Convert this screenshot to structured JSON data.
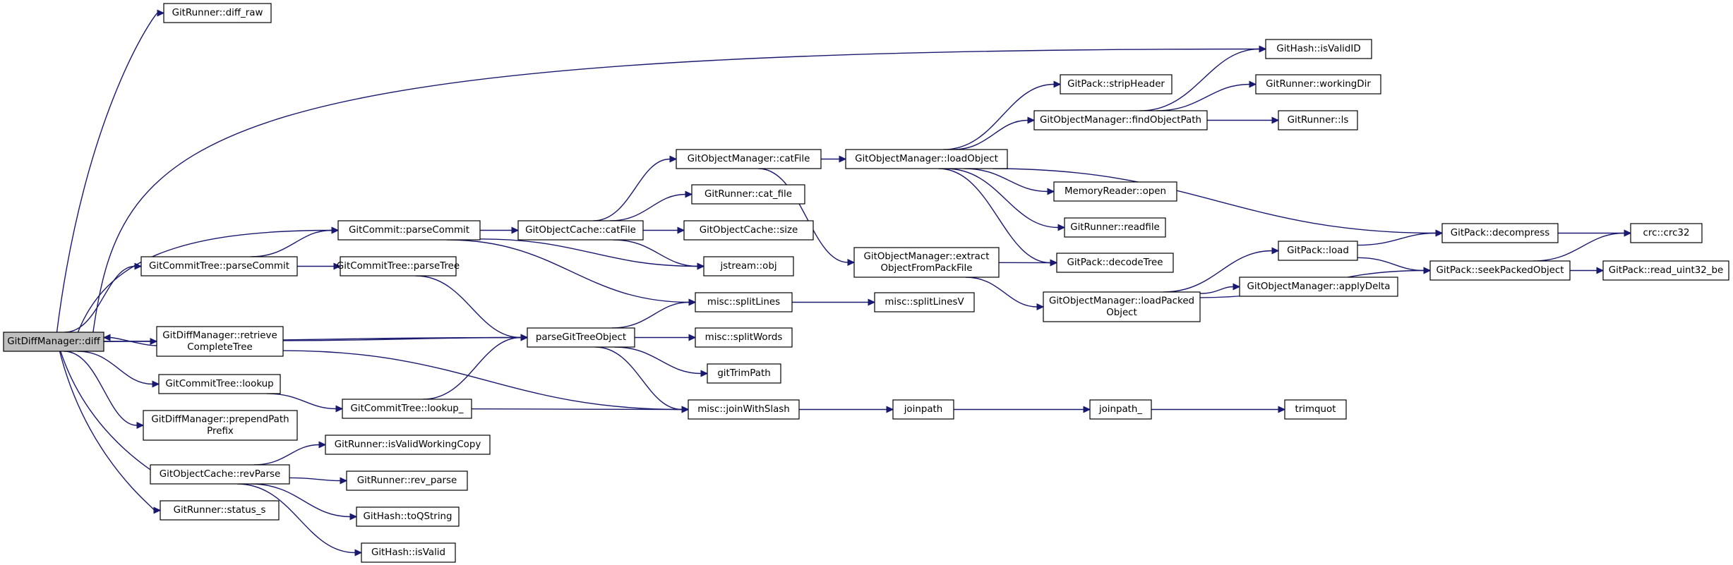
{
  "graph": {
    "root": "diff",
    "nodes": [
      {
        "id": "diff",
        "lines": [
          "GitDiffManager::diff"
        ],
        "root": true
      },
      {
        "id": "diff_raw",
        "lines": [
          "GitRunner::diff_raw"
        ]
      },
      {
        "id": "isValidID",
        "lines": [
          "GitHash::isValidID"
        ]
      },
      {
        "id": "parseCommit",
        "lines": [
          "GitCommit::parseCommit"
        ]
      },
      {
        "id": "ctParseCommit",
        "lines": [
          "GitCommitTree::parseCommit"
        ]
      },
      {
        "id": "parseTree",
        "lines": [
          "GitCommitTree::parseTree"
        ]
      },
      {
        "id": "retrieve",
        "lines": [
          "GitDiffManager::retrieve",
          "CompleteTree"
        ]
      },
      {
        "id": "lookup",
        "lines": [
          "GitCommitTree::lookup"
        ]
      },
      {
        "id": "lookup_",
        "lines": [
          "GitCommitTree::lookup_"
        ]
      },
      {
        "id": "prepend",
        "lines": [
          "GitDiffManager::prependPath",
          "Prefix"
        ]
      },
      {
        "id": "revParse",
        "lines": [
          "GitObjectCache::revParse"
        ]
      },
      {
        "id": "status_s",
        "lines": [
          "GitRunner::status_s"
        ]
      },
      {
        "id": "isValidWC",
        "lines": [
          "GitRunner::isValidWorkingCopy"
        ]
      },
      {
        "id": "rev_parse",
        "lines": [
          "GitRunner::rev_parse"
        ]
      },
      {
        "id": "toQString",
        "lines": [
          "GitHash::toQString"
        ]
      },
      {
        "id": "isValid",
        "lines": [
          "GitHash::isValid"
        ]
      },
      {
        "id": "ocCatFile",
        "lines": [
          "GitObjectCache::catFile"
        ]
      },
      {
        "id": "omCatFile",
        "lines": [
          "GitObjectManager::catFile"
        ]
      },
      {
        "id": "cat_file",
        "lines": [
          "GitRunner::cat_file"
        ]
      },
      {
        "id": "ocSize",
        "lines": [
          "GitObjectCache::size"
        ]
      },
      {
        "id": "jstreamObj",
        "lines": [
          "jstream::obj"
        ]
      },
      {
        "id": "splitLines",
        "lines": [
          "misc::splitLines"
        ]
      },
      {
        "id": "parseGitTree",
        "lines": [
          "parseGitTreeObject"
        ]
      },
      {
        "id": "splitWords",
        "lines": [
          "misc::splitWords"
        ]
      },
      {
        "id": "gitTrimPath",
        "lines": [
          "gitTrimPath"
        ]
      },
      {
        "id": "joinWithSlash",
        "lines": [
          "misc::joinWithSlash"
        ]
      },
      {
        "id": "loadObject",
        "lines": [
          "GitObjectManager::loadObject"
        ]
      },
      {
        "id": "extract",
        "lines": [
          "GitObjectManager::extract",
          "ObjectFromPackFile"
        ]
      },
      {
        "id": "splitLinesV",
        "lines": [
          "misc::splitLinesV"
        ]
      },
      {
        "id": "joinpath",
        "lines": [
          "joinpath"
        ]
      },
      {
        "id": "joinpath_",
        "lines": [
          "joinpath_"
        ]
      },
      {
        "id": "trimquot",
        "lines": [
          "trimquot"
        ]
      },
      {
        "id": "stripHeader",
        "lines": [
          "GitPack::stripHeader"
        ]
      },
      {
        "id": "findObjectPath",
        "lines": [
          "GitObjectManager::findObjectPath"
        ]
      },
      {
        "id": "memOpen",
        "lines": [
          "MemoryReader::open"
        ]
      },
      {
        "id": "readfile",
        "lines": [
          "GitRunner::readfile"
        ]
      },
      {
        "id": "decodeTree",
        "lines": [
          "GitPack::decodeTree"
        ]
      },
      {
        "id": "loadPacked",
        "lines": [
          "GitObjectManager::loadPacked",
          "Object"
        ]
      },
      {
        "id": "workingDir",
        "lines": [
          "GitRunner::workingDir"
        ]
      },
      {
        "id": "ls",
        "lines": [
          "GitRunner::ls"
        ]
      },
      {
        "id": "packLoad",
        "lines": [
          "GitPack::load"
        ]
      },
      {
        "id": "applyDelta",
        "lines": [
          "GitObjectManager::applyDelta"
        ]
      },
      {
        "id": "decompress",
        "lines": [
          "GitPack::decompress"
        ]
      },
      {
        "id": "seekPacked",
        "lines": [
          "GitPack::seekPackedObject"
        ]
      },
      {
        "id": "crc32",
        "lines": [
          "crc::crc32"
        ]
      },
      {
        "id": "read_uint32",
        "lines": [
          "GitPack::read_uint32_be"
        ]
      }
    ],
    "edges": [
      [
        "diff",
        "diff_raw"
      ],
      [
        "diff",
        "isValidID"
      ],
      [
        "diff",
        "parseCommit"
      ],
      [
        "diff",
        "ctParseCommit"
      ],
      [
        "diff",
        "parseGitTree"
      ],
      [
        "diff",
        "retrieve"
      ],
      [
        "retrieve",
        "diff"
      ],
      [
        "diff",
        "lookup"
      ],
      [
        "diff",
        "prepend"
      ],
      [
        "diff",
        "revParse"
      ],
      [
        "diff",
        "status_s"
      ],
      [
        "ctParseCommit",
        "parseCommit"
      ],
      [
        "ctParseCommit",
        "parseTree"
      ],
      [
        "parseCommit",
        "ocCatFile"
      ],
      [
        "parseCommit",
        "jstreamObj"
      ],
      [
        "parseCommit",
        "splitLines"
      ],
      [
        "parseTree",
        "parseGitTree"
      ],
      [
        "retrieve",
        "parseGitTree"
      ],
      [
        "retrieve",
        "joinWithSlash"
      ],
      [
        "lookup",
        "lookup_"
      ],
      [
        "lookup_",
        "parseGitTree"
      ],
      [
        "lookup_",
        "joinWithSlash"
      ],
      [
        "revParse",
        "isValidWC"
      ],
      [
        "revParse",
        "rev_parse"
      ],
      [
        "revParse",
        "toQString"
      ],
      [
        "revParse",
        "isValid"
      ],
      [
        "ocCatFile",
        "omCatFile"
      ],
      [
        "ocCatFile",
        "cat_file"
      ],
      [
        "ocCatFile",
        "ocSize"
      ],
      [
        "ocCatFile",
        "jstreamObj"
      ],
      [
        "parseGitTree",
        "splitLines"
      ],
      [
        "parseGitTree",
        "splitWords"
      ],
      [
        "parseGitTree",
        "gitTrimPath"
      ],
      [
        "parseGitTree",
        "joinWithSlash"
      ],
      [
        "omCatFile",
        "loadObject"
      ],
      [
        "omCatFile",
        "extract"
      ],
      [
        "splitLines",
        "splitLinesV"
      ],
      [
        "joinWithSlash",
        "joinpath"
      ],
      [
        "joinpath",
        "joinpath_"
      ],
      [
        "joinpath_",
        "trimquot"
      ],
      [
        "loadObject",
        "stripHeader"
      ],
      [
        "loadObject",
        "findObjectPath"
      ],
      [
        "loadObject",
        "memOpen"
      ],
      [
        "loadObject",
        "readfile"
      ],
      [
        "loadObject",
        "decodeTree"
      ],
      [
        "loadObject",
        "decompress"
      ],
      [
        "extract",
        "decodeTree"
      ],
      [
        "extract",
        "loadPacked"
      ],
      [
        "findObjectPath",
        "isValidID"
      ],
      [
        "findObjectPath",
        "workingDir"
      ],
      [
        "findObjectPath",
        "ls"
      ],
      [
        "loadPacked",
        "packLoad"
      ],
      [
        "loadPacked",
        "applyDelta"
      ],
      [
        "loadPacked",
        "seekPacked"
      ],
      [
        "packLoad",
        "decompress"
      ],
      [
        "packLoad",
        "seekPacked"
      ],
      [
        "decompress",
        "crc32"
      ],
      [
        "seekPacked",
        "crc32"
      ],
      [
        "seekPacked",
        "read_uint32"
      ]
    ]
  }
}
